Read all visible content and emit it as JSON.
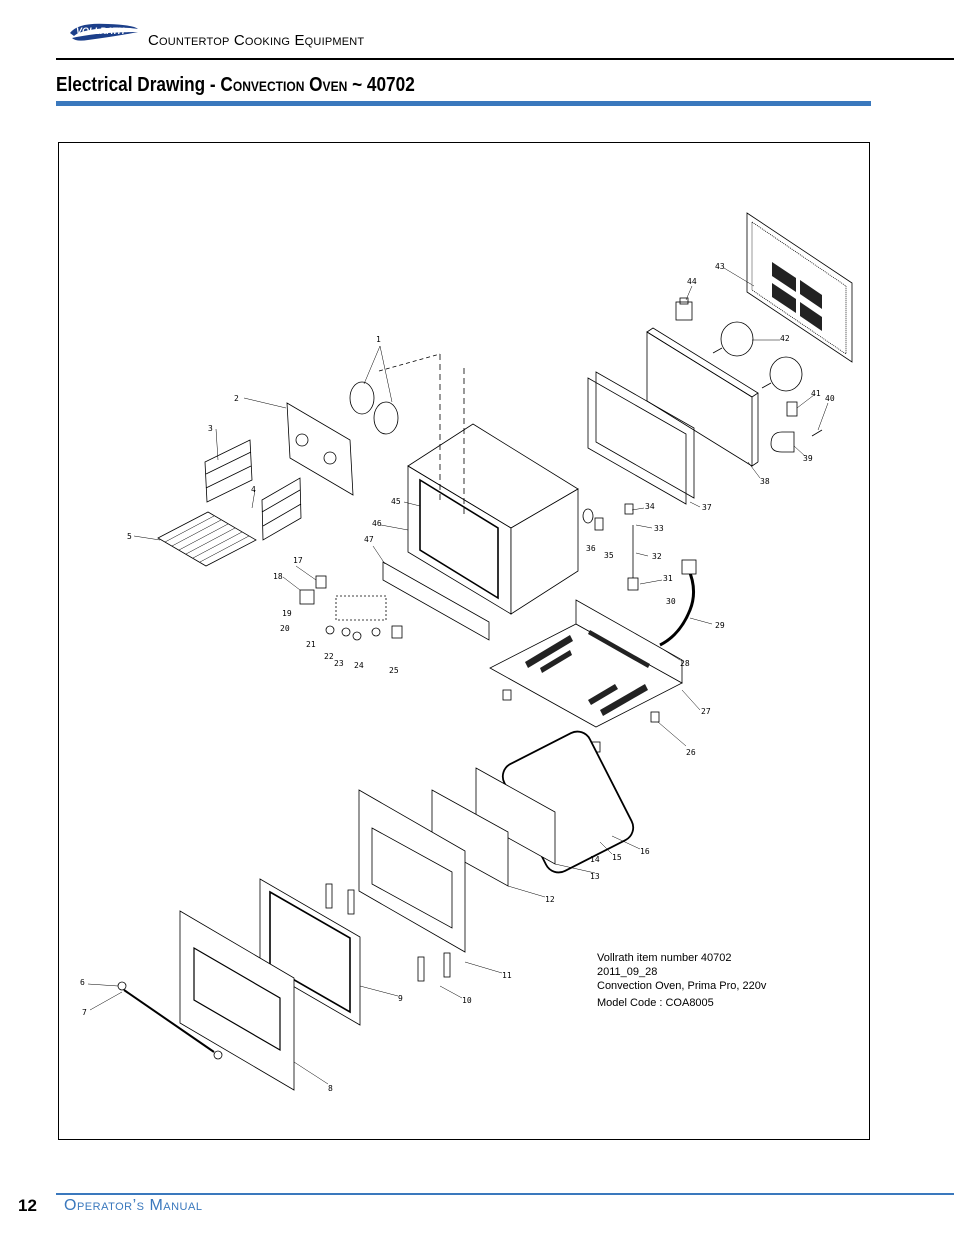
{
  "header": {
    "brand": "VOLLRATH",
    "title": "Countertop Cooking Equipment"
  },
  "section": {
    "title_prefix": "Electrical Drawing - ",
    "title_main": "Convection Oven",
    "title_suffix": " ~ 40702"
  },
  "drawing": {
    "part_numbers": [
      "1",
      "2",
      "3",
      "4",
      "5",
      "6",
      "7",
      "8",
      "9",
      "10",
      "11",
      "12",
      "13",
      "14",
      "15",
      "16",
      "17",
      "18",
      "19",
      "20",
      "21",
      "22",
      "23",
      "24",
      "25",
      "26",
      "27",
      "28",
      "29",
      "30",
      "31",
      "32",
      "33",
      "34",
      "35",
      "36",
      "37",
      "38",
      "39",
      "40",
      "41",
      "42",
      "43",
      "44",
      "45",
      "46",
      "47"
    ],
    "info": {
      "item_number": "Vollrath item number 40702",
      "date": "2011_09_28",
      "description": "Convection Oven, Prima Pro, 220v",
      "model_code": "Model Code : COA8005"
    }
  },
  "footer": {
    "page_number": "12",
    "manual_title": "Operator’s Manual"
  },
  "colors": {
    "accent": "#3a78bd",
    "logo": "#1c3f8a"
  }
}
